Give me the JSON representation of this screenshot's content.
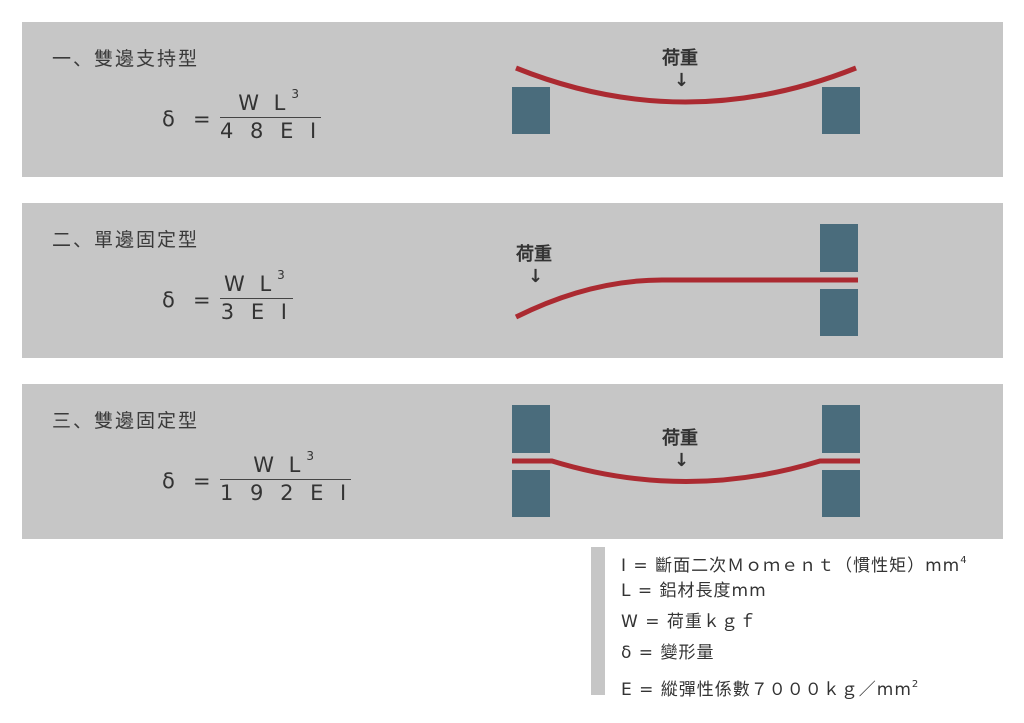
{
  "panels": [
    {
      "title": "一、雙邊支持型",
      "formula": {
        "delta": "δ",
        "eq": "=",
        "numerator": "W L",
        "exponent": "3",
        "denominator": "4 8 E I"
      },
      "load_label": "荷重",
      "load_arrow": "↓"
    },
    {
      "title": "二、單邊固定型",
      "formula": {
        "delta": "δ",
        "eq": "=",
        "numerator": "W L",
        "exponent": "3",
        "denominator": "3 E I"
      },
      "load_label": "荷重",
      "load_arrow": "↓"
    },
    {
      "title": "三、雙邊固定型",
      "formula": {
        "delta": "δ",
        "eq": "=",
        "numerator": "W L",
        "exponent": "3",
        "denominator": "1 9 2 E I"
      },
      "load_label": "荷重",
      "load_arrow": "↓"
    }
  ],
  "legend": [
    {
      "text": "I = 斷面二次Ｍｏｍｅｎｔ（慣性矩）mm",
      "sup": "4"
    },
    {
      "text": "L = 鋁材長度mm",
      "sup": ""
    },
    {
      "text": "W = 荷重ｋｇｆ",
      "sup": ""
    },
    {
      "text": "δ = 變形量",
      "sup": ""
    },
    {
      "text": "E = 縱彈性係數７０００ｋｇ／mm",
      "sup": "2"
    }
  ],
  "colors": {
    "panel_bg": "#c6c6c6",
    "beam": "#ab2a31",
    "support": "#4a6c7c"
  }
}
